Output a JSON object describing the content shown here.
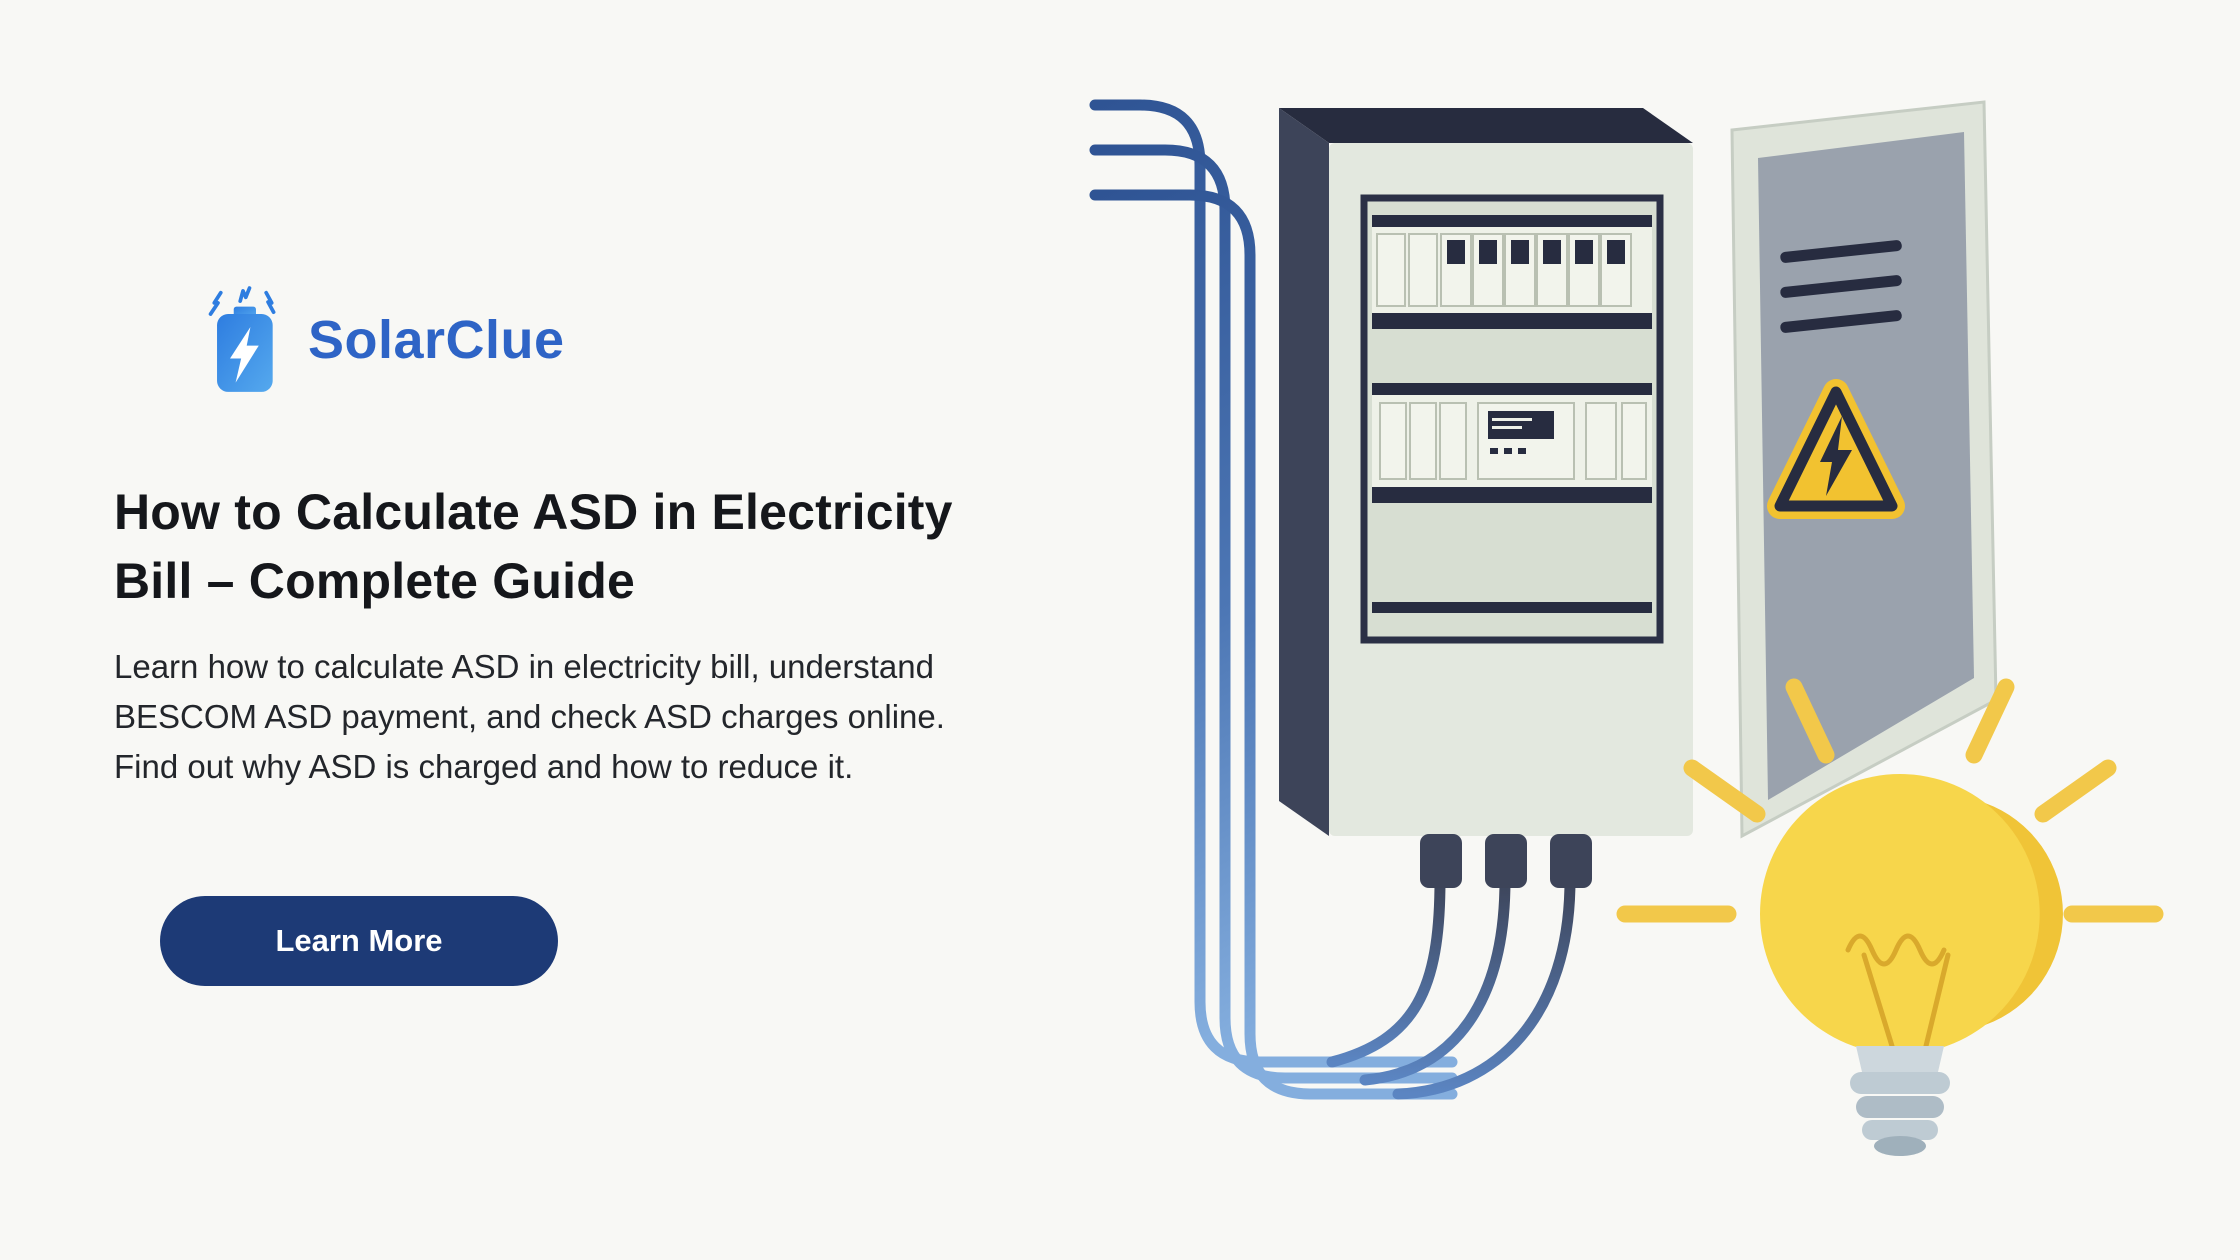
{
  "page": {
    "background_color": "#f8f8f5"
  },
  "brand": {
    "name": "SolarClue",
    "color": "#2e64c6",
    "icon": "battery-lightning-icon"
  },
  "hero": {
    "title_lines": [
      "How to Calculate ASD in Electricity",
      "Bill – Complete Guide"
    ],
    "title_full": "How to Calculate ASD in Electricity Bill – Complete Guide",
    "description": "Learn how to calculate ASD in electricity bill, understand BESCOM ASD payment, and check ASD charges online. Find out why ASD is charged and how to reduce it.",
    "cta_label": "Learn More",
    "cta_color": "#1d3a76"
  },
  "illustration": {
    "items": [
      "electrical-distribution-box",
      "open-door-with-warning-triangle",
      "circuit-breakers-row",
      "energy-meter",
      "blue-wires",
      "glowing-light-bulb"
    ],
    "colors": {
      "panel_dark": "#272c3f",
      "panel_side": "#3d4459",
      "panel_face": "#e3e8df",
      "door_inner": "#9aa2ad",
      "warning_yellow": "#f2c230",
      "wire_blue_dark": "#2f5494",
      "wire_blue_light": "#84aede",
      "bulb_yellow": "#f7d64b",
      "bulb_base_gray": "#becbd3"
    }
  }
}
